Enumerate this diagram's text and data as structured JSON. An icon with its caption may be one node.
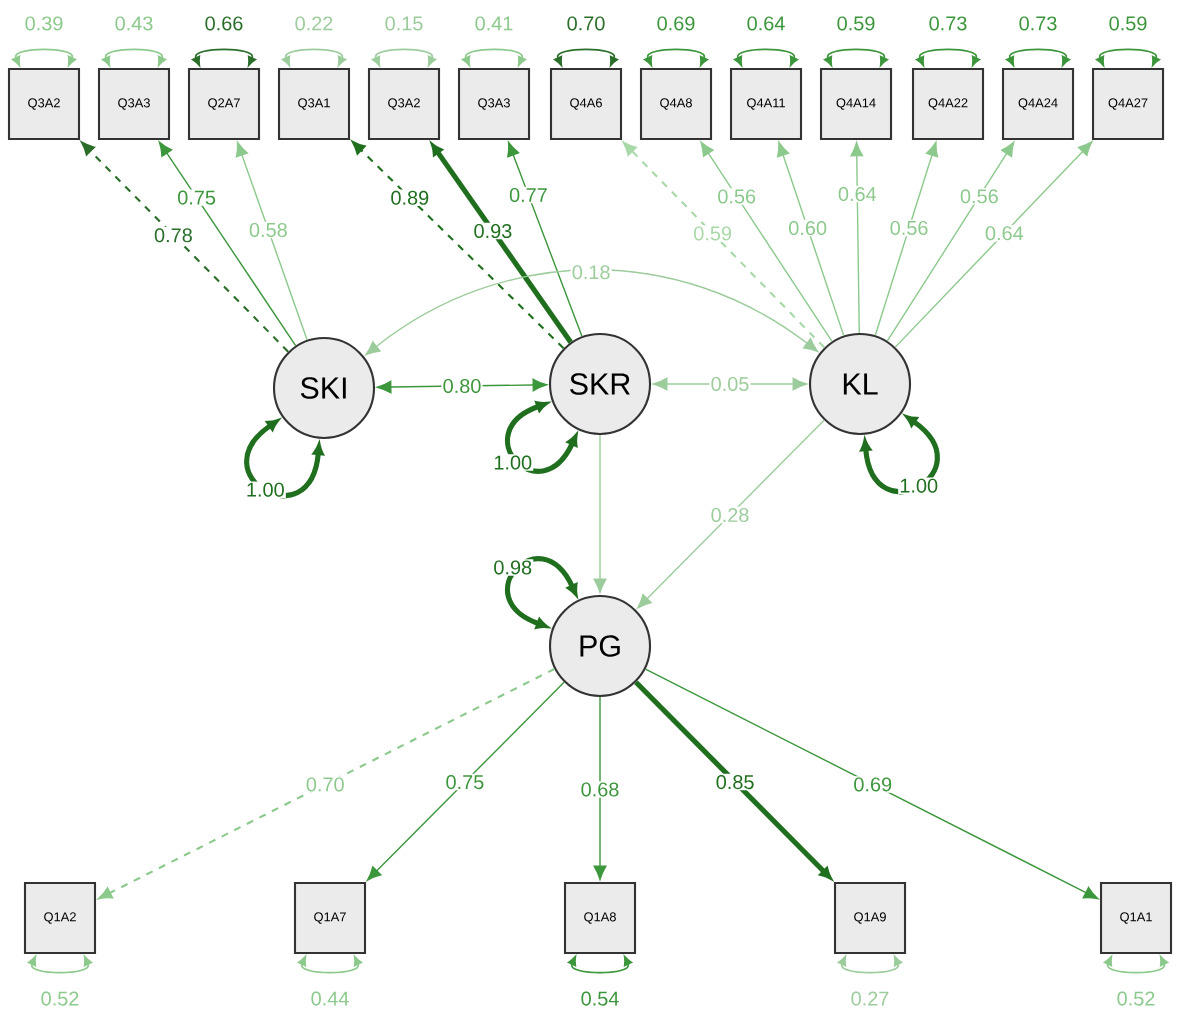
{
  "diagram": {
    "nodes": [
      {
        "text": [
          "Q3A2"
        ],
        "beside": [
          "0.39"
        ]
      },
      {
        "text": [
          "Q3A3"
        ],
        "beside": [
          "0.43"
        ]
      },
      {
        "text": [
          "Q2A7"
        ],
        "beside": [
          "0.66"
        ]
      },
      {
        "text": [
          "Q3A1"
        ],
        "beside": [
          "0.22"
        ]
      },
      {
        "text": [
          "Q3A2"
        ],
        "beside": [
          "0.15"
        ]
      },
      {
        "text": [
          "Q3A3"
        ],
        "beside": [
          "0.41"
        ]
      },
      {
        "text": [
          "Q4A6"
        ],
        "beside": [
          "0.70"
        ]
      },
      {
        "text": [
          "Q4A8"
        ],
        "beside": [
          "0.69"
        ]
      },
      {
        "text": [
          "Q4A11"
        ],
        "beside": [
          "0.64"
        ]
      },
      {
        "text": [
          "Q4A14"
        ],
        "beside": [
          "0.59"
        ]
      },
      {
        "text": [
          "Q4A22"
        ],
        "beside": [
          "0.73"
        ]
      },
      {
        "text": [
          "Q4A24"
        ],
        "beside": [
          "0.73"
        ]
      },
      {
        "text": [
          "Q4A27"
        ],
        "beside": [
          "0.59"
        ]
      },
      {
        "text": [
          "SKI"
        ],
        "beside": [
          "1.00"
        ]
      },
      {
        "text": [
          "SKR"
        ],
        "beside": [
          "1.00"
        ]
      },
      {
        "text": [
          "KL"
        ],
        "beside": [
          "1.00"
        ]
      },
      {
        "text": [
          "PG"
        ],
        "beside": [
          "0.98"
        ]
      },
      {
        "text": [
          "Q1A2"
        ],
        "beside": [
          "0.52"
        ]
      },
      {
        "text": [
          "Q1A7"
        ],
        "beside": [
          "0.44"
        ]
      },
      {
        "text": [
          "Q1A8"
        ],
        "beside": [
          "0.54"
        ]
      },
      {
        "text": [
          "Q1A9"
        ],
        "beside": [
          "0.27"
        ]
      },
      {
        "text": [
          "Q1A1"
        ],
        "beside": [
          "0.52"
        ]
      }
    ],
    "edges": [
      {
        "from": 13,
        "to": 0,
        "arrow": "to",
        "label": "0.78",
        "style": "dashed",
        "color": "#2a6e2a"
      },
      {
        "from": 13,
        "to": 1,
        "arrow": "to",
        "label": "0.75"
      },
      {
        "from": 13,
        "to": 2,
        "arrow": "to",
        "label": "0.58",
        "color": "#8cc98c"
      },
      {
        "from": 14,
        "to": 3,
        "arrow": "to",
        "label": "0.89",
        "style": "dashed",
        "color": "#1f6f1f"
      },
      {
        "from": 14,
        "to": 4,
        "arrow": "to",
        "label": "0.93",
        "style": "thick",
        "color": "#1f6f1f"
      },
      {
        "from": 14,
        "to": 5,
        "arrow": "to",
        "label": "0.77"
      },
      {
        "from": 15,
        "to": 6,
        "arrow": "to",
        "label": "0.59",
        "style": "dashed",
        "color": "#a8d8a8"
      },
      {
        "from": 15,
        "to": 7,
        "arrow": "to",
        "label": "0.56",
        "color": "#8cc98c"
      },
      {
        "from": 15,
        "to": 8,
        "arrow": "to",
        "label": "0.60",
        "color": "#8cc98c"
      },
      {
        "from": 15,
        "to": 9,
        "arrow": "to",
        "label": "0.64",
        "color": "#8cc98c"
      },
      {
        "from": 15,
        "to": 10,
        "arrow": "to",
        "label": "0.56",
        "color": "#8cc98c"
      },
      {
        "from": 15,
        "to": 11,
        "arrow": "to",
        "label": "0.56",
        "color": "#8cc98c"
      },
      {
        "from": 15,
        "to": 12,
        "arrow": "to",
        "label": "0.64",
        "color": "#8cc98c"
      },
      {
        "from": 13,
        "to": 14,
        "arrow": "both",
        "label": "0.80"
      },
      {
        "from": 13,
        "to": 15,
        "arrow": "both",
        "label": "0.18",
        "color": "#9ccc9c"
      },
      {
        "from": 14,
        "to": 15,
        "arrow": "both",
        "label": "0.05",
        "color": "#9ccc9c"
      },
      {
        "from": 14,
        "to": 16,
        "arrow": "to",
        "color": "#9ccc9c"
      },
      {
        "from": 15,
        "to": 16,
        "arrow": "to",
        "label": "0.28",
        "color": "#9ccc9c"
      },
      {
        "from": 16,
        "to": 17,
        "arrow": "to",
        "label": "0.70",
        "style": "dashed",
        "color": "#8cc98c"
      },
      {
        "from": 16,
        "to": 18,
        "arrow": "to",
        "label": "0.75"
      },
      {
        "from": 16,
        "to": 19,
        "arrow": "to",
        "label": "0.68"
      },
      {
        "from": 16,
        "to": 20,
        "arrow": "to",
        "label": "0.85",
        "style": "thick",
        "color": "#1f6f1f"
      },
      {
        "from": 16,
        "to": 21,
        "arrow": "to",
        "label": "0.69"
      }
    ]
  }
}
